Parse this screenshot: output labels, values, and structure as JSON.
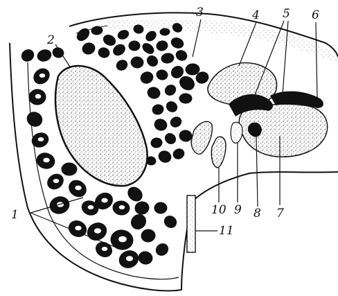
{
  "figure": {
    "labels": {
      "l1": "1",
      "l2": "2",
      "l3": "3",
      "l4": "4",
      "l5": "5",
      "l6": "6",
      "l7": "7",
      "l8": "8",
      "l9": "9",
      "l10": "10",
      "l11": "11"
    },
    "colors": {
      "ink": "#111111",
      "paper": "#ffffff",
      "stipple": "#555555"
    }
  }
}
